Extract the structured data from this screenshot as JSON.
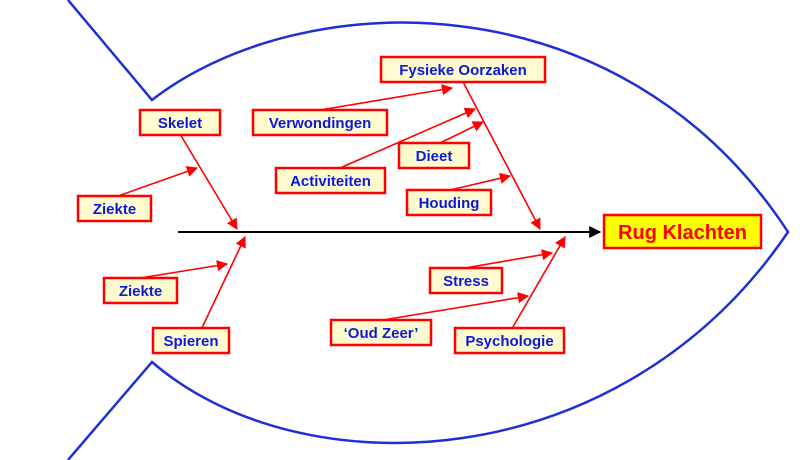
{
  "diagram": {
    "effect": "Rug Klachten",
    "causes": {
      "fysieke_oorzaken": "Fysieke Oorzaken",
      "verwondingen": "Verwondingen",
      "dieet": "Dieet",
      "activiteiten": "Activiteiten",
      "houding": "Houding",
      "skelet": "Skelet",
      "ziekte_skelet": "Ziekte",
      "ziekte_spieren": "Ziekte",
      "spieren": "Spieren",
      "stress": "Stress",
      "oud_zeer": "‘Oud Zeer’",
      "psychologie": "Psychologie"
    },
    "colors": {
      "outline": "#1e2fd8",
      "arrow": "#ff0000",
      "box_border": "#ff0000",
      "box_fill": "#fffbd1",
      "effect_fill": "#ffff00",
      "label_text": "#0b1ad6",
      "effect_text": "#ff0000",
      "spine": "#000000"
    }
  }
}
